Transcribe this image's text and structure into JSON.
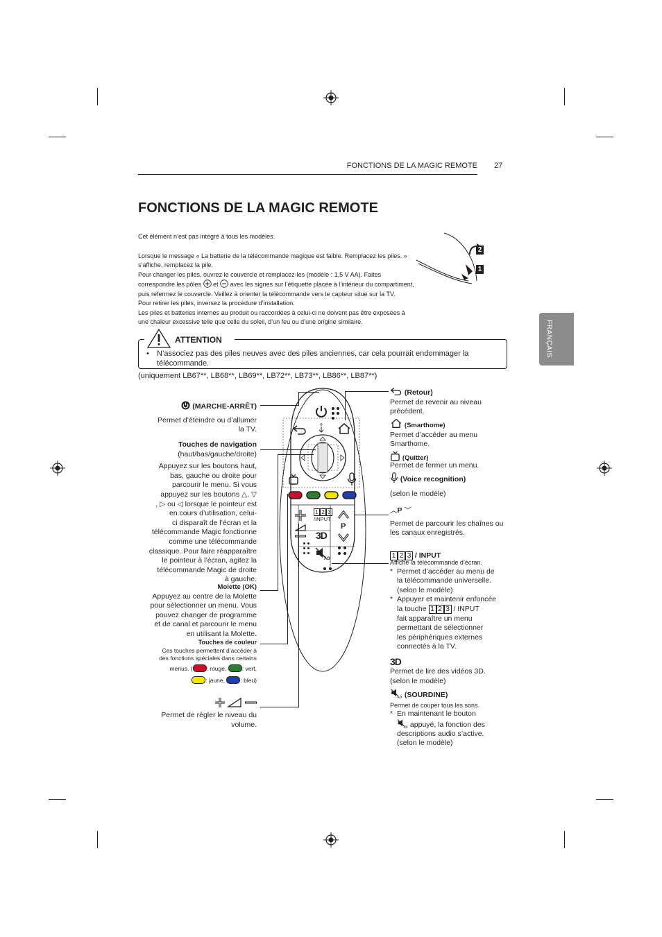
{
  "header": {
    "section": "FONCTIONS DE LA MAGIC REMOTE",
    "page_number": "27"
  },
  "side_tab": {
    "label": "FRANÇAIS"
  },
  "title": "FONCTIONS DE LA MAGIC REMOTE",
  "intro": {
    "not_included": "Cet élément n’est pas intégré à tous les modèles.",
    "battery_msg_1": "Lorsque le message « La batterie de la télécommande magique est faible. Remplacez les piles. »",
    "battery_msg_2": "s’affiche, remplacez la pile.",
    "change_1": "Pour changer les piles, ouvrez le couvercle et remplacez-les (modèle : 1,5 V AA). Faites",
    "change_2a": "correspondre les pôles",
    "change_2b": "et",
    "change_2c": "avec les signes sur l’étiquette placée à l’intérieur du compartiment,",
    "change_3": "puis refermez le couvercle. Veillez à orienter la télécommande vers le capteur situé sur la TV.",
    "remove": "Pour retirer les piles, inversez la procédure d’installation.",
    "warning_1": "Les piles et batteries internes au produit ou raccordées à celui-ci ne doivent pas être exposées à",
    "warning_2": "une chaleur excessive telle que celle du soleil, d’un feu ou d’une origine similaire."
  },
  "battery_figure": {
    "step1": "1",
    "step2": "2"
  },
  "attention": {
    "label": "ATTENTION",
    "bullet_1": "N’associez pas des piles neuves avec des piles anciennes, car cela pourrait endommager la",
    "bullet_2": "télécommande."
  },
  "models_note": "(uniquement LB67**, LB68**, LB69**, LB72**, LB73**, LB86**, LB87**)",
  "left": {
    "power_title": "(MARCHE-ARRÊT)",
    "power_1": "Permet d’éteindre ou d’allumer",
    "power_2": "la TV.",
    "nav_title": "Touches de navigation",
    "nav_sub": "(haut/bas/gauche/droite)",
    "nav_lines": [
      "Appuyez sur les boutons haut,",
      "bas, gauche ou droite pour",
      "parcourir le menu. Si vous",
      "appuyez sur les boutons",
      "ou",
      "lorsque le pointeur est",
      "en cours d’utilisation, celui-",
      "ci disparaît de l’écran et la",
      "télécommande Magic fonctionne",
      "comme une télécommande",
      "classique. Pour faire réapparaître",
      "le pointeur à l’écran, agitez la",
      "télécommande Magic de droite",
      "à gauche."
    ],
    "wheel_title": "Molette (OK)",
    "wheel_lines": [
      "Appuyez au centre de la Molette",
      "pour sélectionner un menu. Vous",
      "pouvez changer de programme",
      "et de canal et parcourir le menu",
      "en utilisant la Molette."
    ],
    "color_title": "Touches de couleur",
    "color_1": "Ces touches permettent d’accéder à",
    "color_2": "des fonctions spéciales dans certains",
    "color_3a": "menus. (",
    "color_3b": ": rouge,",
    "color_3c": ":  vert,",
    "color_4a": ": jaune,",
    "color_4b": ": bleu)",
    "volume_1": "Permet de régler le niveau du",
    "volume_2": "volume."
  },
  "right": {
    "back_title": "(Retour)",
    "back_1": "Permet de revenir au niveau",
    "back_2": "précédent.",
    "home_title": "(Smarthome)",
    "home_1": "Permet d’accéder au menu",
    "home_2": "Smarthome.",
    "exit_title": "(Quitter)",
    "exit_1": "Permet de fermer un menu.",
    "voice_title": "(Voice recognition)",
    "voice_1": "(selon le modèle)",
    "p_label": "P",
    "p_1": "Permet de parcourir les chaînes ou",
    "p_2": "les canaux enregistrés.",
    "input_title": "/ INPUT",
    "input_sub": "Affiche la télécommande d’écran.",
    "input_b1": [
      "Permet d’accéder au menu de",
      "la télécommande universelle.",
      "(selon le modèle)"
    ],
    "input_b2a": "Appuyer et maintenir enfoncée",
    "input_b2b": "la touche",
    "input_b2c": "/ INPUT",
    "input_b2rest": [
      "fait apparaître un menu",
      "permettant de sélectionner",
      "les périphériques externes",
      "connectés à la TV."
    ],
    "threed_1": "Permet de lire des vidéos 3D.",
    "threed_2": "(selon le modèle)",
    "mute_title": "(SOURDINE)",
    "mute_sub": "Permet de couper tous les sons.",
    "mute_b1": "En maintenant le bouton",
    "mute_b2": "appuyé, la fonction des",
    "mute_b3": "descriptions audio s’active.",
    "mute_b4": "(selon le modèle)",
    "star": "*"
  },
  "remote": {
    "input_label": "/INPUT",
    "p_label": "P",
    "keys": [
      "1",
      "2",
      "3"
    ],
    "ad_label": "AD"
  },
  "colors": {
    "red": "#c8102e",
    "green": "#2e7d32",
    "yellow": "#f2e600",
    "blue": "#1f3fae",
    "tab": "#8c8c8c"
  }
}
